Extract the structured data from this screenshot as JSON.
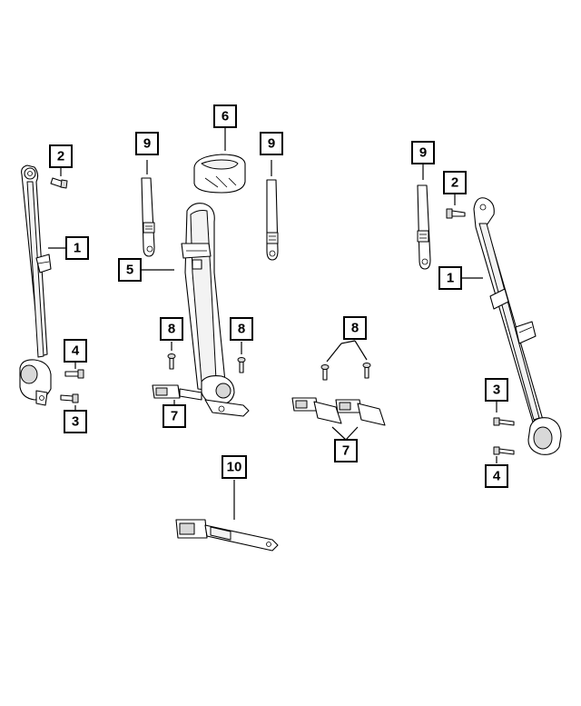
{
  "callouts": [
    {
      "id": "c2-left",
      "label": "2"
    },
    {
      "id": "c1-left",
      "label": "1"
    },
    {
      "id": "c4-left",
      "label": "4"
    },
    {
      "id": "c3-left",
      "label": "3"
    },
    {
      "id": "c9-left",
      "label": "9"
    },
    {
      "id": "c6",
      "label": "6"
    },
    {
      "id": "c9-center",
      "label": "9"
    },
    {
      "id": "c5",
      "label": "5"
    },
    {
      "id": "c8-left",
      "label": "8"
    },
    {
      "id": "c8-center",
      "label": "8"
    },
    {
      "id": "c7-left",
      "label": "7"
    },
    {
      "id": "c8-right",
      "label": "8"
    },
    {
      "id": "c7-right",
      "label": "7"
    },
    {
      "id": "c10",
      "label": "10"
    },
    {
      "id": "c9-right",
      "label": "9"
    },
    {
      "id": "c2-right",
      "label": "2"
    },
    {
      "id": "c1-right",
      "label": "1"
    },
    {
      "id": "c3-right",
      "label": "3"
    },
    {
      "id": "c4-right",
      "label": "4"
    }
  ],
  "colors": {
    "line": "#000000",
    "background": "#ffffff",
    "shade": "#d8d8d8"
  }
}
